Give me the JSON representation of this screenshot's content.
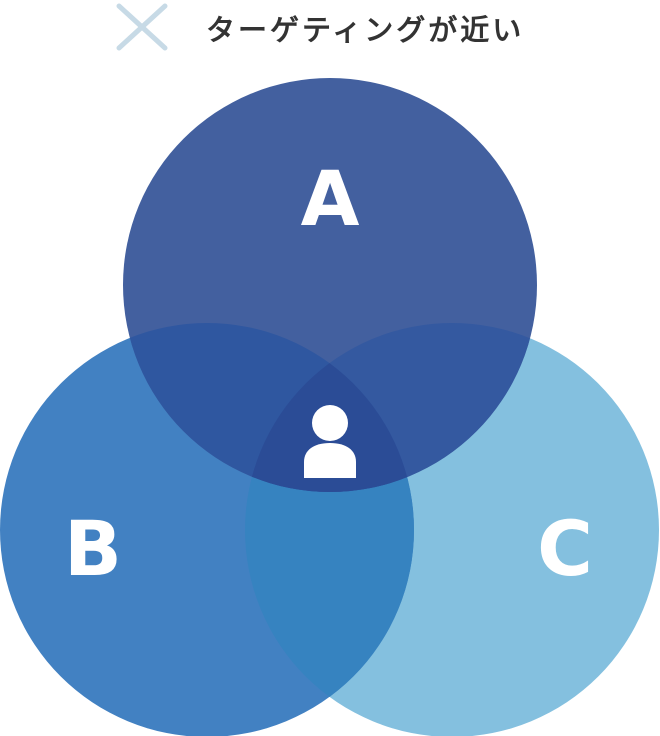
{
  "header": {
    "icon": "cross-icon",
    "text": "ターゲティングが近い"
  },
  "venn": {
    "circles": [
      {
        "label": "A",
        "color": "#43609f"
      },
      {
        "label": "B",
        "color": "#4281c2"
      },
      {
        "label": "C",
        "color": "#84c0df"
      }
    ],
    "overlap_colors": {
      "ab": "#2f57a0",
      "ac": "#3459a0",
      "bc": "#3683c0",
      "abc": "#2b4c96"
    },
    "center_icon": "person-icon"
  }
}
